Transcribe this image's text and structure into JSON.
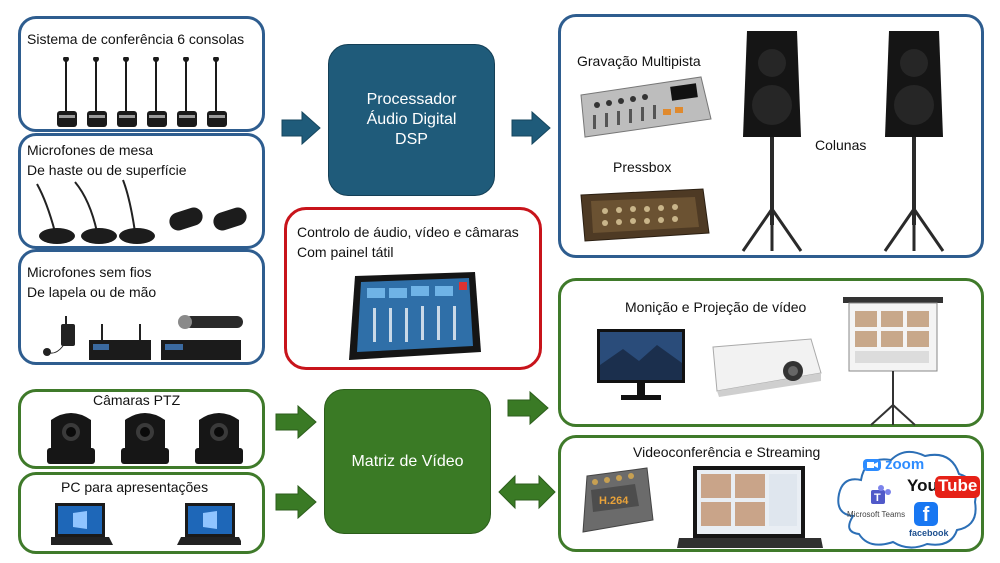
{
  "colors": {
    "blue_core": "#1f5b7a",
    "green_core": "#3a7a25",
    "blue_border": "#2e5d8f",
    "green_border": "#3f7a2a",
    "red_border": "#c8141b"
  },
  "left": {
    "conference": {
      "title": "Sistema de conferência  6 consolas"
    },
    "table_mics": {
      "line1": "Microfones de mesa",
      "line2": "De haste ou de superfície"
    },
    "wireless": {
      "line1": "Microfones sem fios",
      "line2": "De lapela ou de mão"
    },
    "ptz": {
      "title": "Câmaras PTZ"
    },
    "pc": {
      "title": "PC para apresentações"
    }
  },
  "center": {
    "dsp": {
      "line1": "Processador",
      "line2": "Áudio Digital",
      "line3": "DSP"
    },
    "control": {
      "line1": "Controlo de áudio, vídeo e câmaras",
      "line2": "Com painel tátil"
    },
    "matrix": {
      "title": "Matriz de Vídeo"
    }
  },
  "right": {
    "audio_out": {
      "recording": "Gravação Multipista",
      "pressbox": "Pressbox",
      "speakers": "Colunas"
    },
    "projection": {
      "title": "Monição e Projeção de vídeo"
    },
    "videoconf": {
      "title": "Videoconferência  e Streaming",
      "logos": {
        "zoom": "zoom",
        "youtube_you": "You",
        "youtube_tube": "Tube",
        "teams": "Microsoft Teams",
        "facebook": "facebook"
      }
    }
  }
}
